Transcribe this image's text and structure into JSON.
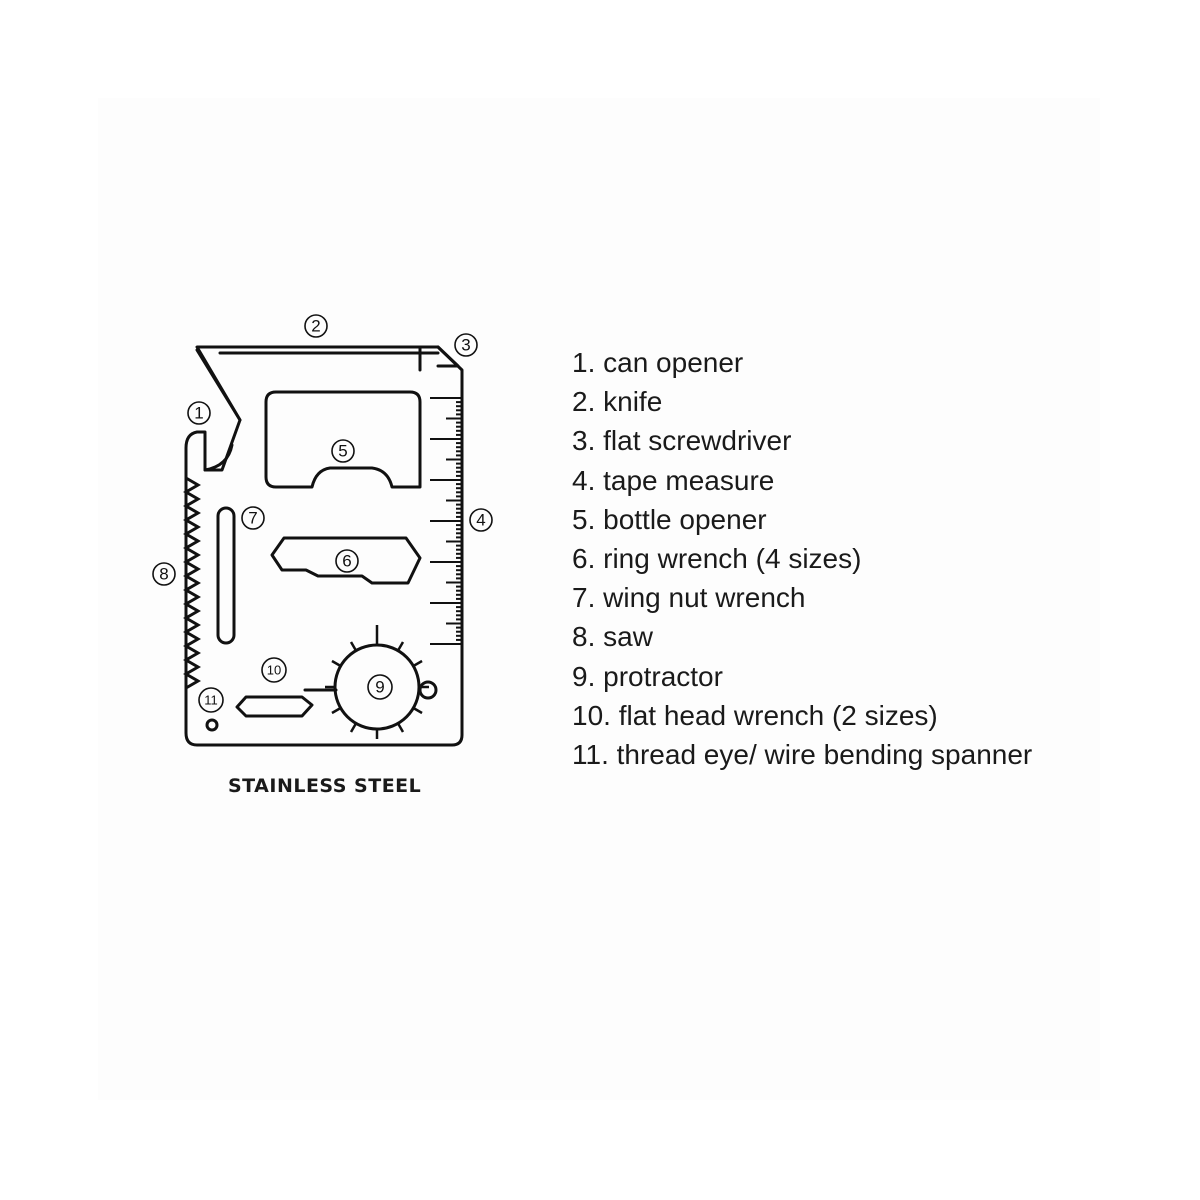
{
  "caption": "STAINLESS STEEL",
  "legend": [
    "1. can opener",
    "2. knife",
    "3. flat screwdriver",
    "4. tape measure",
    "5. bottle opener",
    "6. ring wrench (4 sizes)",
    "7. wing nut wrench",
    "8. saw",
    "9. protractor",
    "10. flat head wrench (2 sizes)",
    "11. thread eye/ wire bending spanner"
  ],
  "callouts": [
    "1",
    "2",
    "3",
    "4",
    "5",
    "6",
    "7",
    "8",
    "9",
    "10",
    "11"
  ],
  "colors": {
    "line": "#111111",
    "background": "#ffffff",
    "panel": "#fdfdfd"
  }
}
